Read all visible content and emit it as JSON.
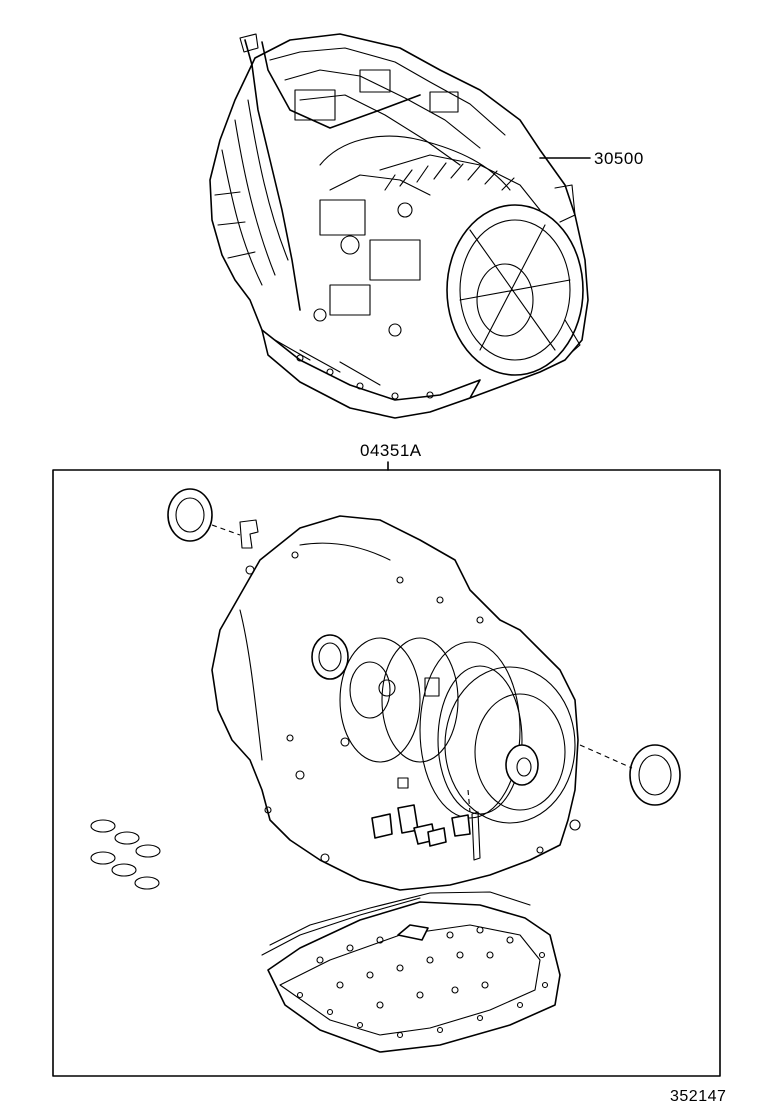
{
  "diagram": {
    "callouts": {
      "transaxle_assembly": "30500",
      "overhaul_kit": "04351A"
    },
    "drawing_number": "352147"
  }
}
